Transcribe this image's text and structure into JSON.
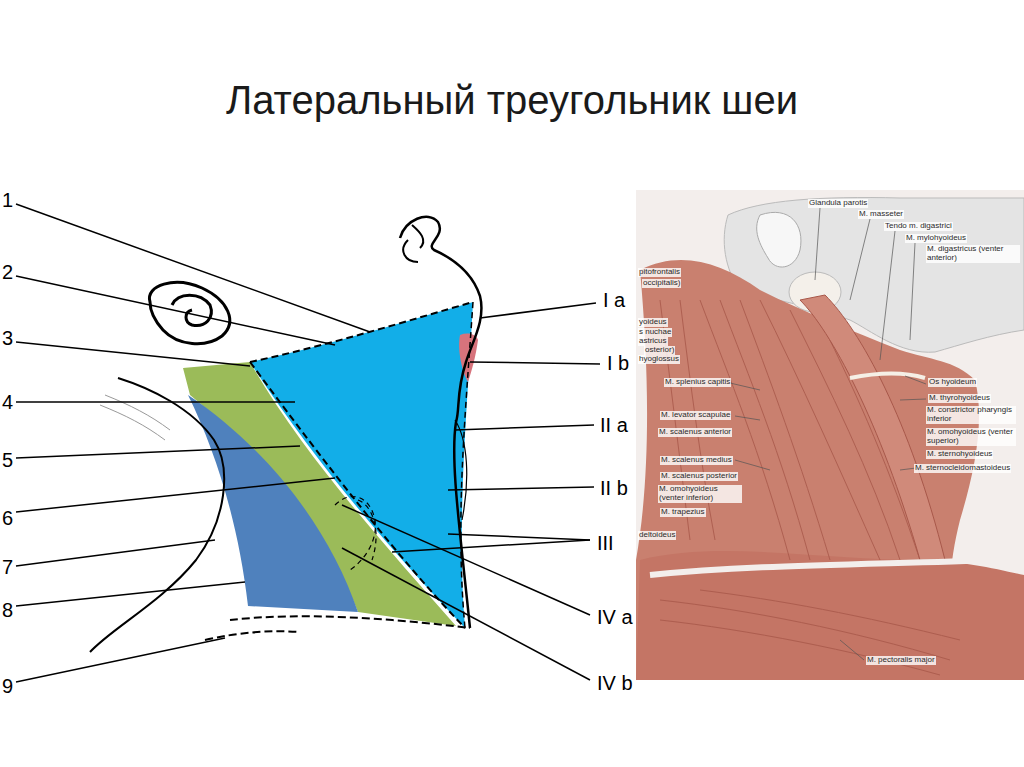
{
  "diagram": {
    "title": "Латеральный треугольник шеи",
    "labels": [
      "1",
      "2",
      "3",
      "4",
      "5",
      "6",
      "7",
      "8",
      "9",
      "I a",
      "I b",
      "II a",
      "II b",
      "III",
      "IV a",
      "IV b",
      "Glandula parotis",
      "M. masseter",
      "Tendo m. digastrici",
      "M. mylohyoideus",
      "M. digastricus (venter anterior)",
      "pitofrontalis",
      "occipitalis)",
      "yoideus",
      "s nuchae",
      "astricus",
      "osterior)",
      "hyoglossus",
      "M. splenius capitis",
      "M. levator scapulae",
      "M. scalenus anterior",
      "M. scalenus medius",
      "M. scalenus posterior",
      "M. omohyoideus (venter inferior)",
      "M. trapezius",
      "deltoideus",
      "Os hyoideum",
      "M. thyrohyoideus",
      "M. constrictor pharyngis inferior",
      "M. omohyoideus (venter superior)",
      "M. sternohyoideus",
      "M. sternocleidomastoideus",
      "M. pectoralis major"
    ]
  }
}
